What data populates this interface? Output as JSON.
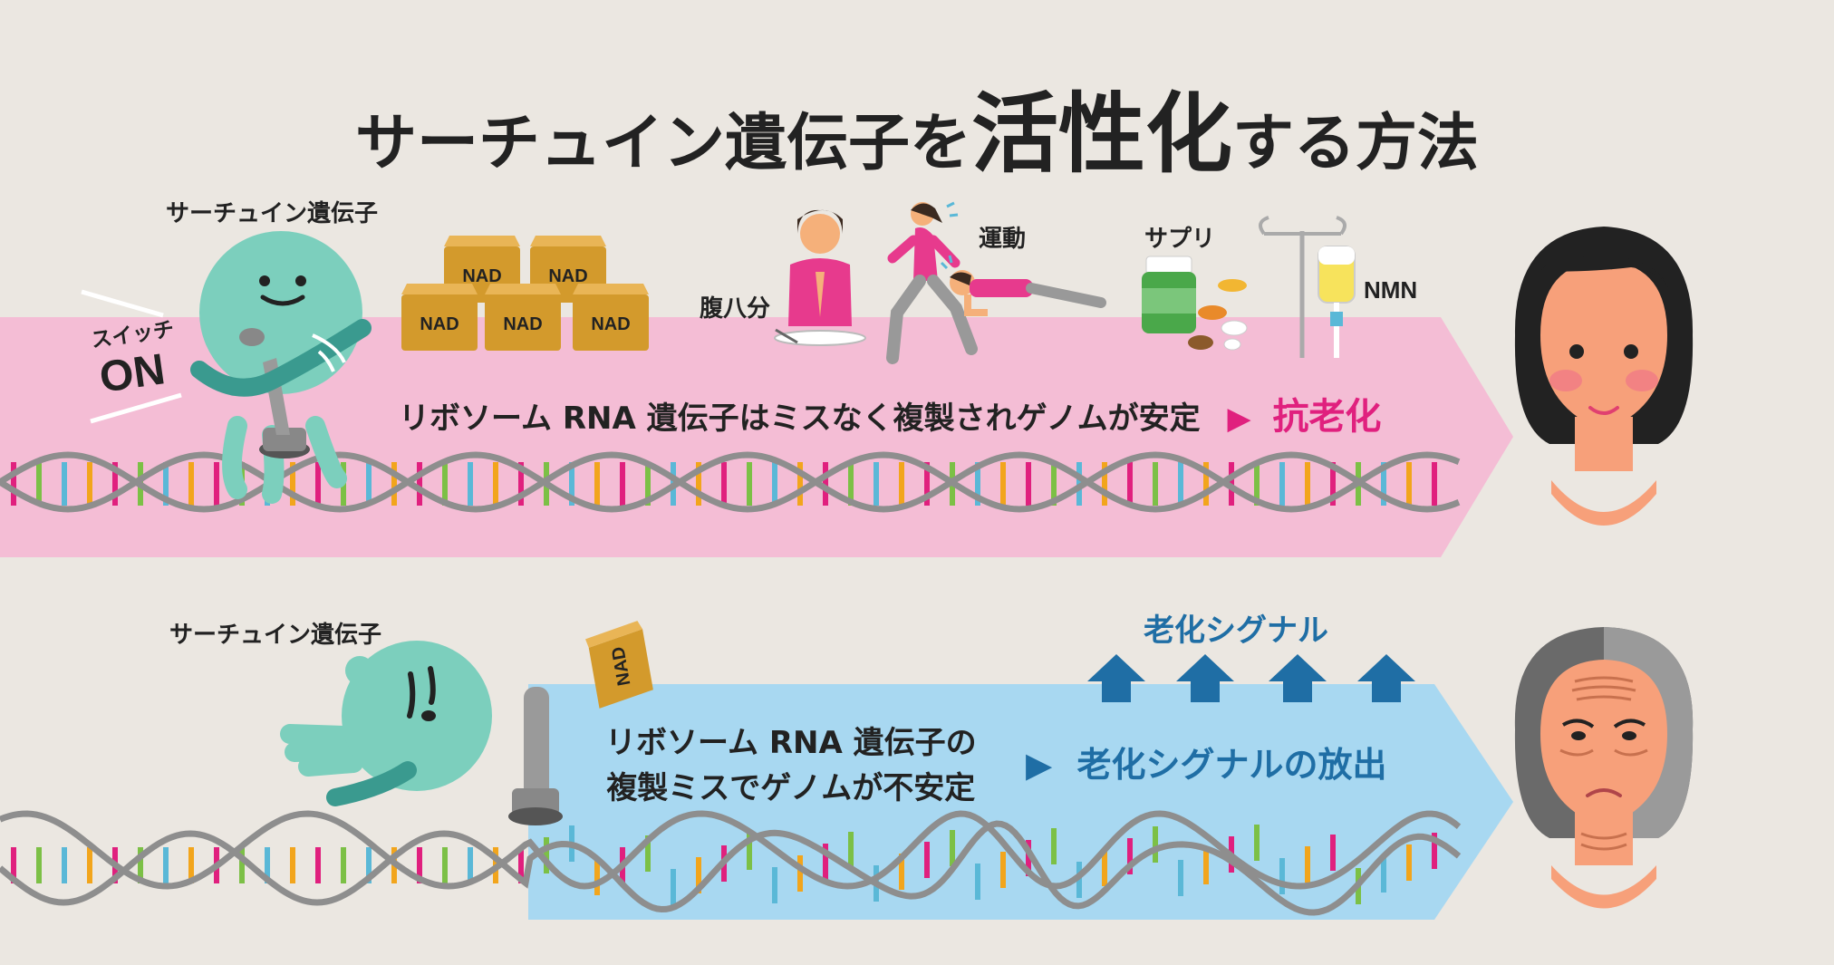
{
  "title": {
    "part1": "サーチュイン遺伝子を",
    "part2": "活性化",
    "part3": "する方法"
  },
  "top": {
    "sirtuin_label": "サーチュイン遺伝子",
    "switch_label": "スイッチ",
    "switch_state": "ON",
    "nad_label": "NAD",
    "items": {
      "hara": "腹八分",
      "undou": "運動",
      "supple": "サプリ",
      "nmn": "NMN"
    },
    "message": "リボソーム RNA 遺伝子はミスなく複製されゲノムが安定",
    "arrow": "▶",
    "result": "抗老化"
  },
  "bottom": {
    "sirtuin_label": "サーチュイン遺伝子",
    "nad_label": "NAD",
    "signal_label": "老化シグナル",
    "message_line1": "リボソーム RNA 遺伝子の",
    "message_line2": "複製ミスでゲノムが不安定",
    "arrow": "▶",
    "result": "老化シグナルの放出"
  },
  "colors": {
    "pink_band": "#f4bdd5",
    "blue_band": "#a8d8f1",
    "accent_pink": "#e0207e",
    "accent_blue": "#1f6ea5",
    "sirtuin": "#7ccfbd"
  }
}
